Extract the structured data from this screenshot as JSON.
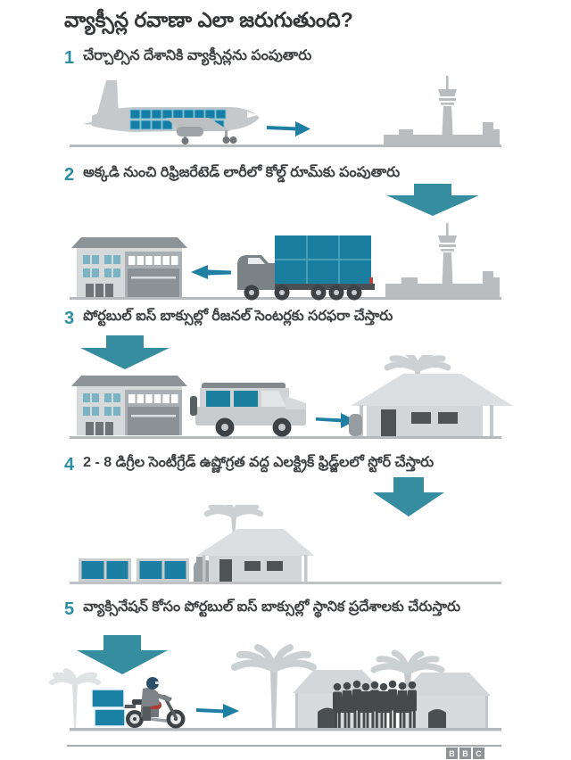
{
  "title": "వ్యాక్సీన్ల రవాణా ఎలా జరుగుతుంది?",
  "steps": [
    {
      "number": "1",
      "text": "చేర్చాల్సిన దేశానికి వ్యాక్సీన్లను పంపుతారు"
    },
    {
      "number": "2",
      "text": "అక్కడి నుంచి రిఫ్రిజరేటెడ్ లారీలో కోల్డ్ రూమ్‌కు పంపుతారు"
    },
    {
      "number": "3",
      "text": "పోర్టబుల్ ఐస్ బాక్సుల్లో రీజనల్ సెంటర్లకు సరఫరా చేస్తారు"
    },
    {
      "number": "4",
      "text": "2 - 8 డిగ్రీల సెంటీగ్రేడ్ ఉష్ణోగ్రత వద్ద ఎలక్ట్రిక్ ఫ్రిడ్జ్‌లలో స్టోర్ చేస్తారు"
    },
    {
      "number": "5",
      "text": "వ్యాక్సినేషన్ కోసం పోర్టబుల్ ఐస్ బాక్సుల్లో స్థానిక ప్రదేశాలకు చేరుస్తారు"
    }
  ],
  "illustrations": [
    {
      "scene": "airplane-to-airport",
      "icons": [
        "airplane-icon",
        "arrow-right-icon",
        "airport-icon"
      ]
    },
    {
      "scene": "truck-from-airport-to-cold-room",
      "icons": [
        "warehouse-icon",
        "arrow-left-icon",
        "truck-icon",
        "airport-icon"
      ]
    },
    {
      "scene": "suv-to-regional-centre",
      "icons": [
        "warehouse-icon",
        "suv-icon",
        "arrow-right-icon",
        "palm-tree-icon",
        "house-icon"
      ]
    },
    {
      "scene": "electric-fridges-storage",
      "icons": [
        "fridge-icon",
        "fridge-icon",
        "generator-icon",
        "palm-tree-icon",
        "house-icon"
      ]
    },
    {
      "scene": "motorbike-to-local-villages",
      "icons": [
        "arrow-down-icon",
        "motorcycle-icon",
        "arrow-right-icon",
        "palm-tree-icon",
        "hut-icon",
        "people-queue-icon",
        "hut-icon"
      ]
    }
  ],
  "footer": {
    "logo_letters": [
      "B",
      "B",
      "C"
    ]
  },
  "colors": {
    "accent_teal_arrow": "#378da0",
    "small_arrow_teal": "#1f7fa2",
    "cargo_teal": "#1a7fa2",
    "number_teal": "#2b8ea2",
    "text_dark": "#3d3f41",
    "illustration_gray": "#c5c9cb",
    "silhouette_dark": "#45494c",
    "background": "#ffffff"
  }
}
